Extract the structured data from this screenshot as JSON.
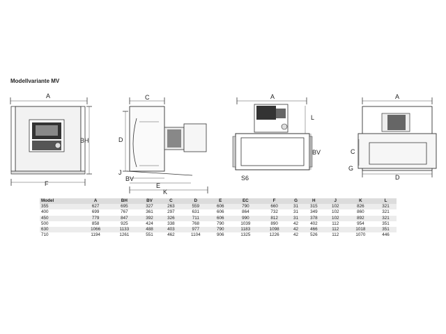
{
  "title": "Modellvariante MV",
  "dimension_labels": {
    "v1": {
      "A": "A",
      "BH": "BH",
      "F": "F"
    },
    "v2": {
      "C": "C",
      "D": "D",
      "J": "J",
      "BV": "BV",
      "E": "E",
      "K": "K"
    },
    "v3": {
      "A": "A",
      "L": "L",
      "BV": "BV",
      "S6": "S6"
    },
    "v4": {
      "A": "A",
      "C": "C",
      "G": "G",
      "D": "D"
    }
  },
  "table": {
    "headers": [
      "Model",
      "A",
      "BH",
      "BV",
      "C",
      "D",
      "E",
      "EC",
      "F",
      "G",
      "H",
      "J",
      "K",
      "L"
    ],
    "rows": [
      [
        "355",
        "627",
        "695",
        "327",
        "263",
        "559",
        "606",
        "790",
        "660",
        "31",
        "315",
        "102",
        "826",
        "321"
      ],
      [
        "400",
        "699",
        "767",
        "361",
        "297",
        "631",
        "606",
        "864",
        "732",
        "31",
        "349",
        "102",
        "860",
        "321"
      ],
      [
        "450",
        "779",
        "847",
        "392",
        "326",
        "711",
        "606",
        "990",
        "812",
        "31",
        "378",
        "102",
        "892",
        "321"
      ],
      [
        "500",
        "858",
        "925",
        "424",
        "338",
        "768",
        "790",
        "1039",
        "890",
        "42",
        "402",
        "112",
        "954",
        "351"
      ],
      [
        "630",
        "1066",
        "1133",
        "488",
        "403",
        "977",
        "790",
        "1183",
        "1098",
        "42",
        "466",
        "112",
        "1018",
        "351"
      ],
      [
        "710",
        "1194",
        "1261",
        "551",
        "462",
        "1104",
        "906",
        "1325",
        "1226",
        "42",
        "526",
        "112",
        "1070",
        "446"
      ]
    ]
  }
}
